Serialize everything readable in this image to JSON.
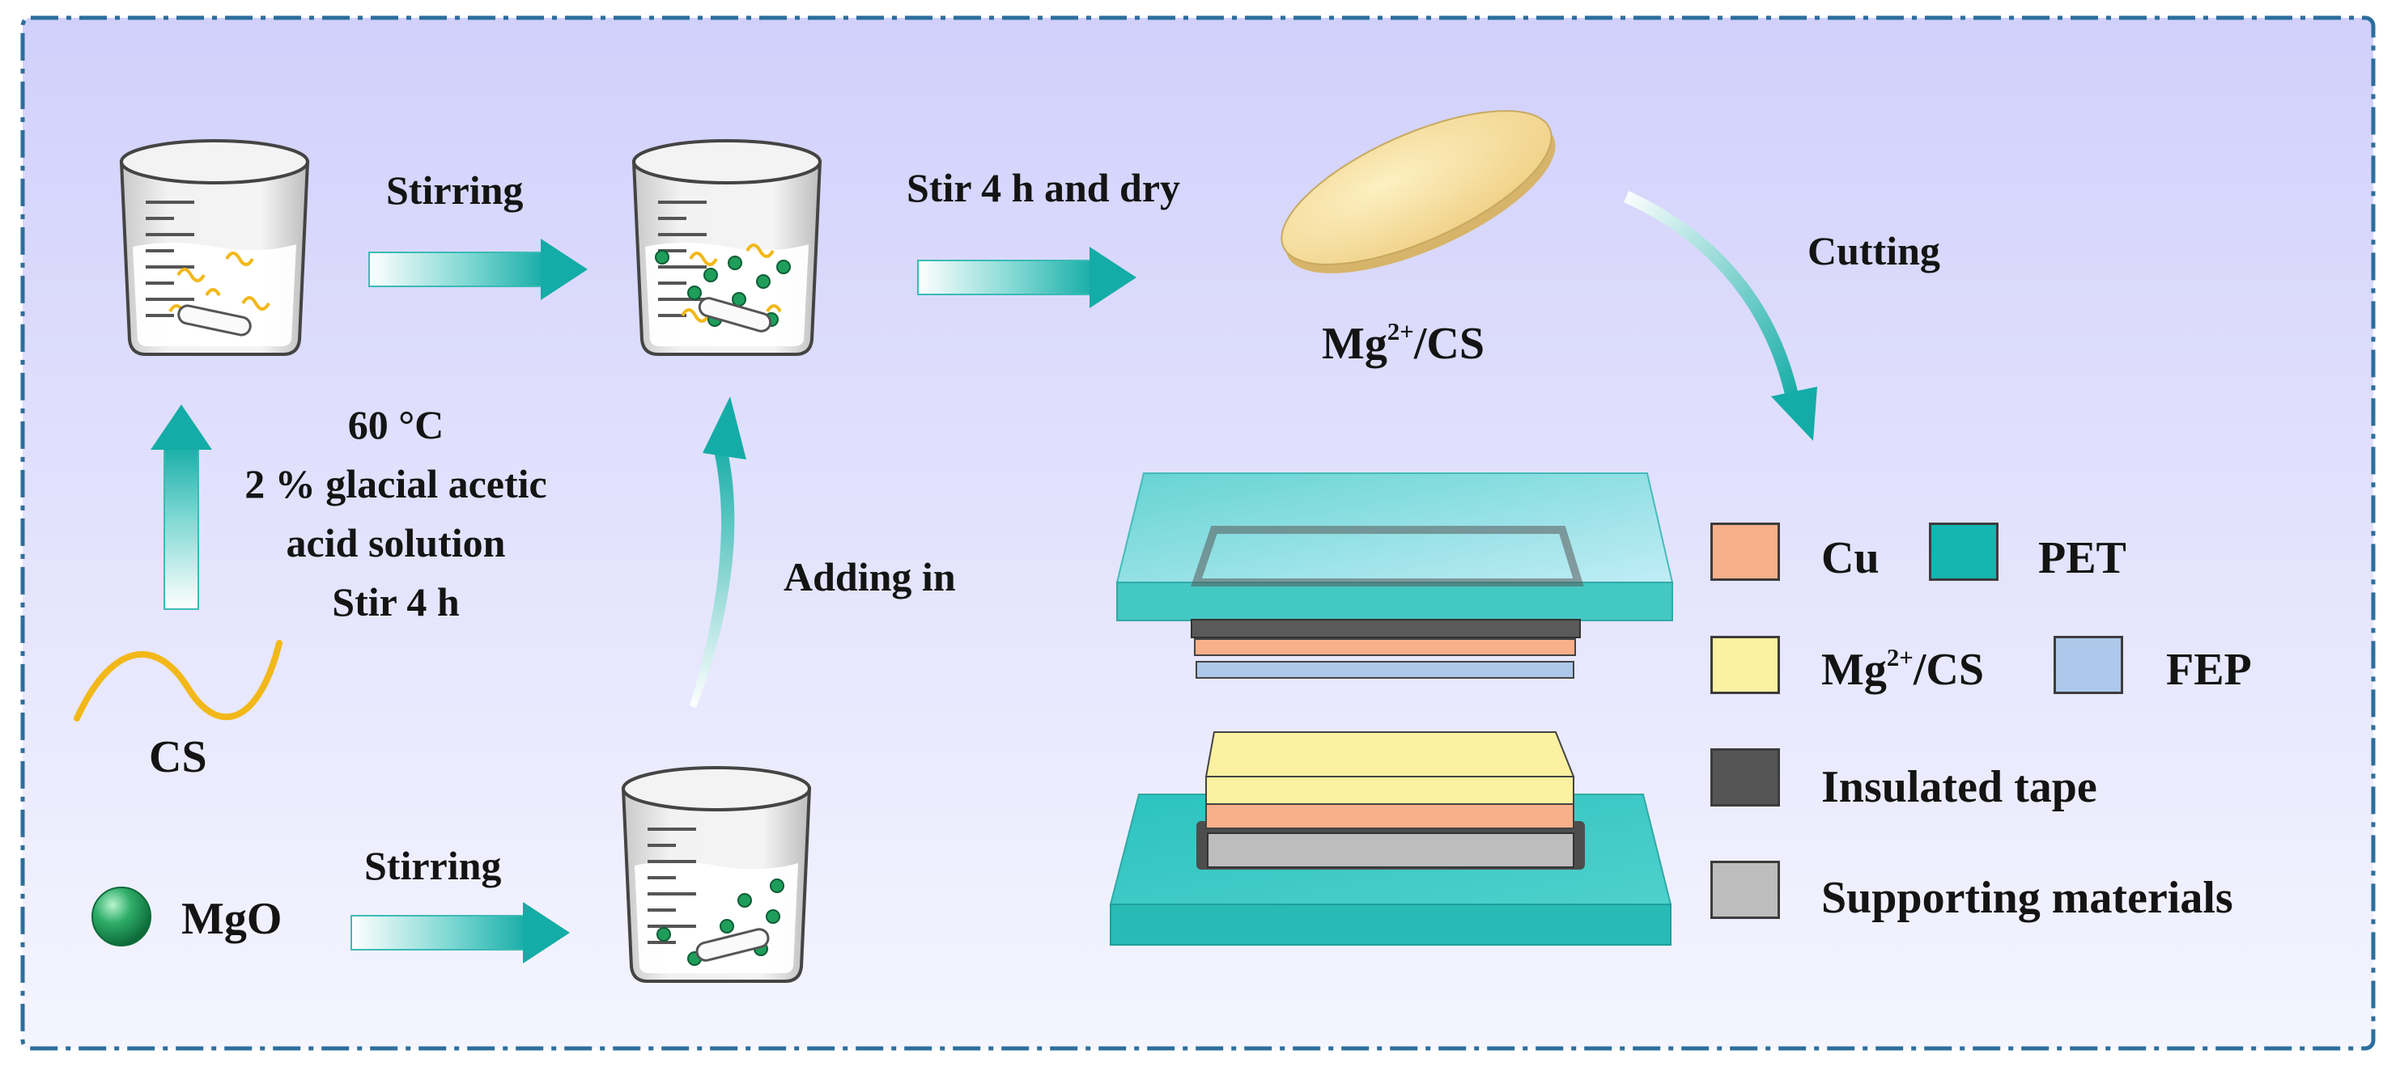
{
  "labels": {
    "cs": "CS",
    "mgo": "MgO",
    "stirring_top": "Stirring",
    "stirring_bottom": "Stirring",
    "stir_dry": "Stir 4 h and dry",
    "cutting": "Cutting",
    "adding_in": "Adding in",
    "film_prefix": "Mg",
    "film_sup": "2+",
    "film_suffix": "/CS",
    "conditions": [
      "60 °C",
      "2 % glacial acetic",
      "acid solution",
      "Stir 4 h"
    ]
  },
  "legend": {
    "cu": "Cu",
    "pet": "PET",
    "mgcs_prefix": "Mg",
    "mgcs_sup": "2+",
    "mgcs_suffix": "/CS",
    "fep": "FEP",
    "tape": "Insulated tape",
    "support": "Supporting materials"
  },
  "colors": {
    "cu": "#f7b08a",
    "pet": "#15b5b0",
    "mgcs": "#fbf1a0",
    "fep": "#adc8ea",
    "tape": "#555555",
    "support": "#bdbdbd",
    "arrow": "#1ab3ad",
    "border": "#2c6e9c",
    "chitosan": "#f2b818",
    "mgo_particle": "#1e9e5a"
  }
}
